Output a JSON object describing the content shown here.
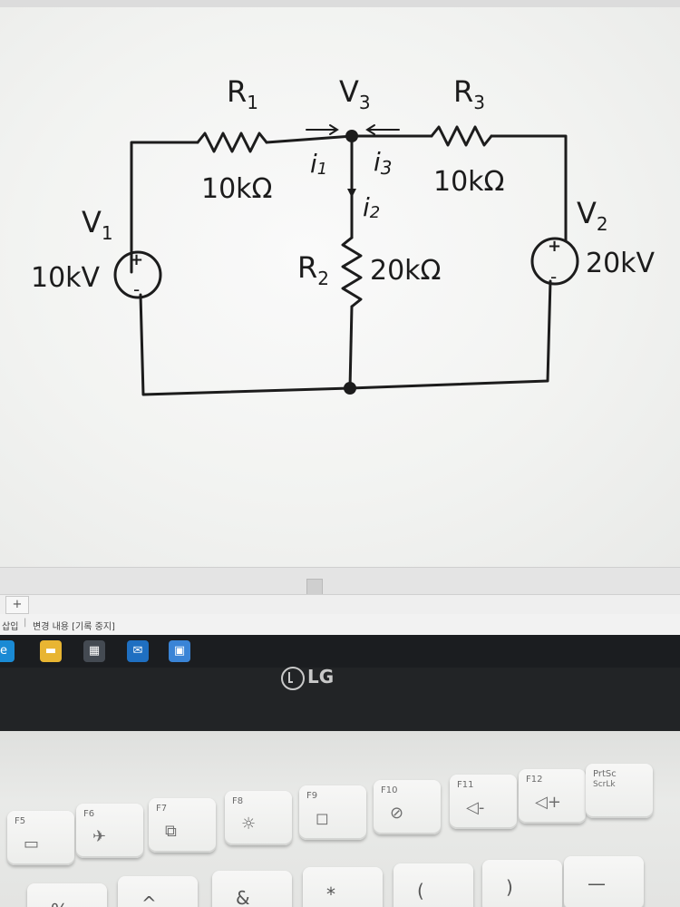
{
  "circuit": {
    "labels": {
      "r1": {
        "name": "R",
        "sub": "1",
        "value": "10kΩ"
      },
      "r2": {
        "name": "R",
        "sub": "2",
        "value": "20kΩ"
      },
      "r3": {
        "name": "R",
        "sub": "3",
        "value": "10kΩ"
      },
      "v1": {
        "name": "V",
        "sub": "1",
        "value": "10kV"
      },
      "v2": {
        "name": "V",
        "sub": "2",
        "value": "20kV"
      },
      "v3": {
        "name": "V",
        "sub": "3"
      },
      "i1": {
        "name": "i",
        "sub": "1"
      },
      "i2": {
        "name": "i",
        "sub": "2"
      },
      "i3": {
        "name": "i",
        "sub": "3"
      }
    },
    "plus_sign": "+",
    "minus_sign": "-"
  },
  "spreadsheet": {
    "add_sheet": "+",
    "status_mode": "삽입",
    "status_separator": "|",
    "status_track_changes": "변경 내용 [기록 중지]"
  },
  "taskbar": {
    "apps": [
      {
        "name": "edge-icon",
        "color": "#1a8ad4"
      },
      {
        "name": "file-explorer-icon",
        "color": "#e8b532"
      },
      {
        "name": "store-icon",
        "color": "#444a52"
      },
      {
        "name": "mail-icon",
        "color": "#1f6fc1"
      },
      {
        "name": "active-app-icon",
        "color": "#3a84d6"
      }
    ]
  },
  "laptop": {
    "brand": "LG"
  },
  "keyboard": {
    "fkeys": [
      {
        "label": "F5",
        "icon": "▭"
      },
      {
        "label": "F6",
        "icon": "✈"
      },
      {
        "label": "F7",
        "icon": "⧉"
      },
      {
        "label": "F8",
        "icon": "☼"
      },
      {
        "label": "F9",
        "icon": "◻"
      },
      {
        "label": "F10",
        "icon": "⊘"
      },
      {
        "label": "F11",
        "icon": "◁-"
      },
      {
        "label": "F12",
        "icon": "◁+"
      },
      {
        "label": "PrtSc",
        "sub": "ScrLk",
        "icon": ""
      }
    ],
    "bottom_keys": [
      "%",
      "^",
      "&",
      "*",
      "(",
      ")",
      "—"
    ]
  }
}
